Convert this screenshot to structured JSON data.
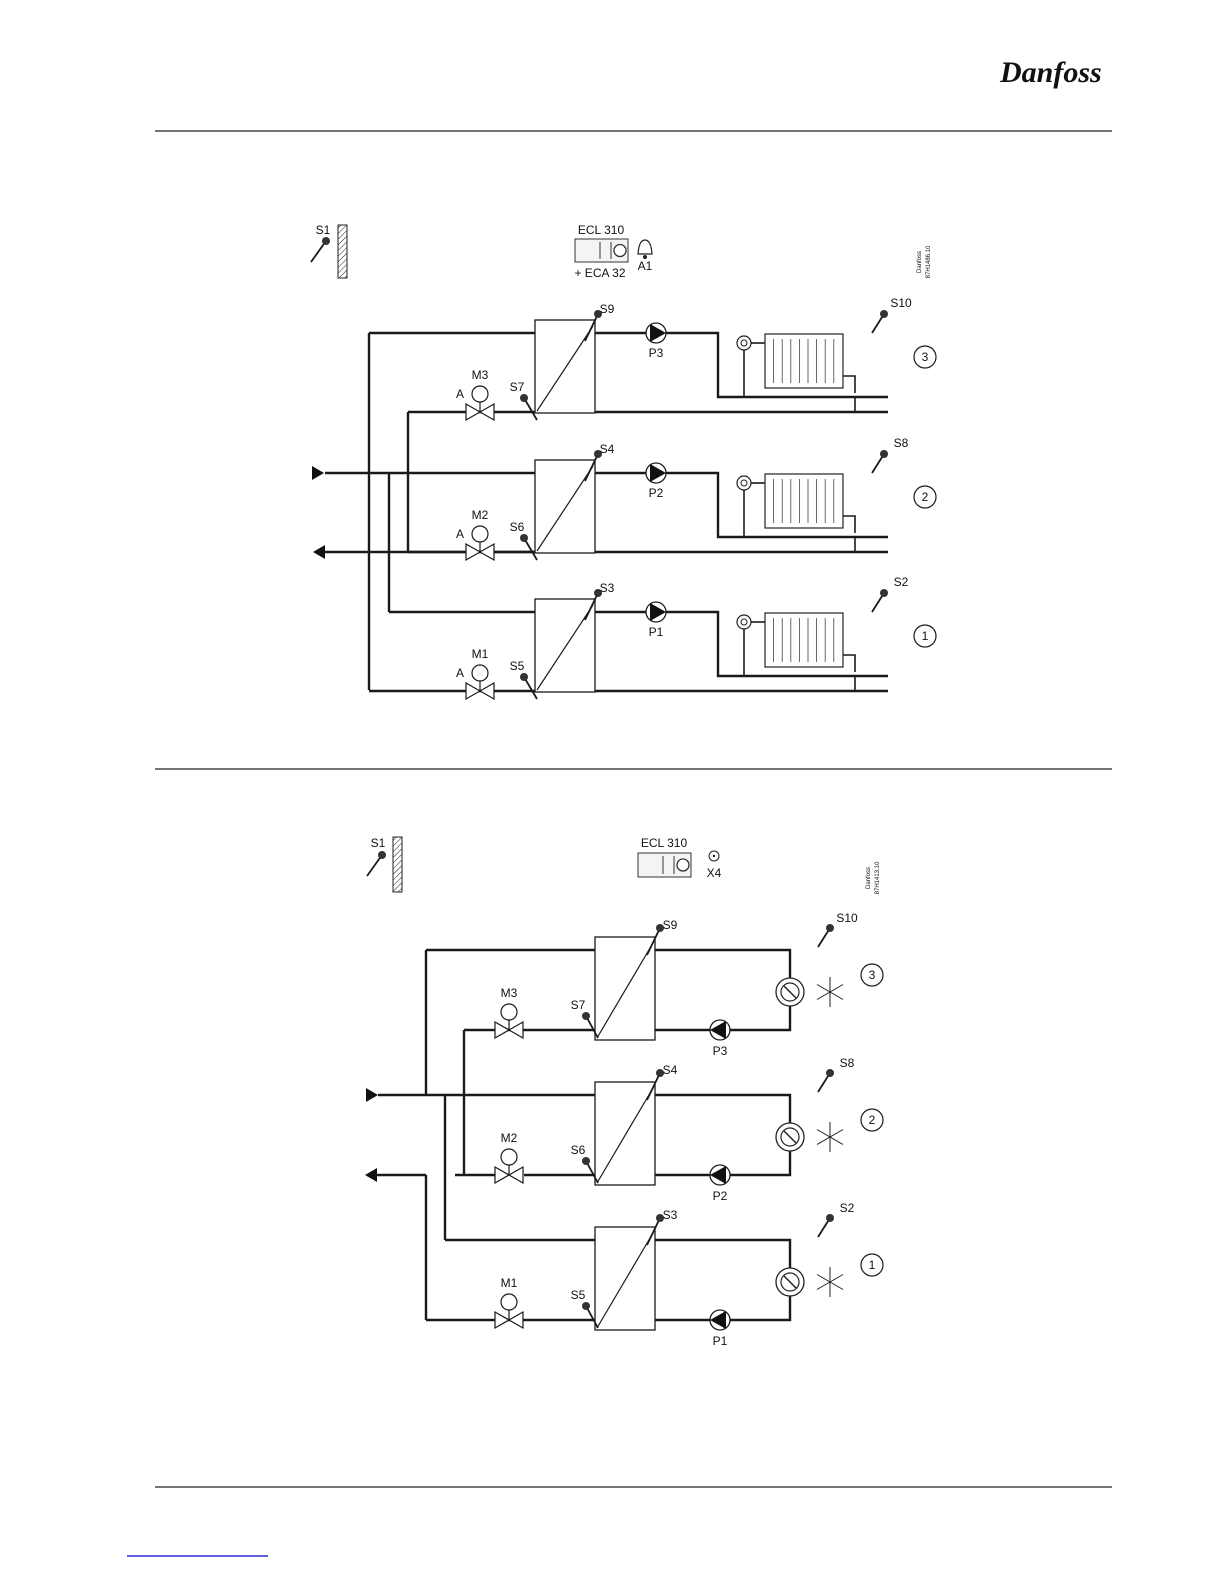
{
  "header": {
    "logo": "Danfoss"
  },
  "footer": {
    "link_color": "#0000cc"
  },
  "diagram_heating": {
    "outdoor_sensor": "S1",
    "controller": "ECL 310",
    "module": "+ ECA 32",
    "alarm": "A1",
    "code": [
      "Danfoss",
      "87H1486.10"
    ],
    "circuits": [
      {
        "number": "3",
        "flow_sensor": "S9",
        "return_sensor": "S7",
        "room_sensor": "S10",
        "pump": "P3",
        "valve": "M3",
        "actuator": "A"
      },
      {
        "number": "2",
        "flow_sensor": "S4",
        "return_sensor": "S6",
        "room_sensor": "S8",
        "pump": "P2",
        "valve": "M2",
        "actuator": "A"
      },
      {
        "number": "1",
        "flow_sensor": "S3",
        "return_sensor": "S5",
        "room_sensor": "S2",
        "pump": "P1",
        "valve": "M1",
        "actuator": "A"
      }
    ]
  },
  "diagram_cooling": {
    "outdoor_sensor": "S1",
    "controller": "ECL 310",
    "input": "X4",
    "code": [
      "Danfoss",
      "87H1413.10"
    ],
    "circuits": [
      {
        "number": "3",
        "flow_sensor": "S9",
        "return_sensor": "S7",
        "room_sensor": "S10",
        "pump": "P3",
        "valve": "M3"
      },
      {
        "number": "2",
        "flow_sensor": "S4",
        "return_sensor": "S6",
        "room_sensor": "S8",
        "pump": "P2",
        "valve": "M2"
      },
      {
        "number": "1",
        "flow_sensor": "S3",
        "return_sensor": "S5",
        "room_sensor": "S2",
        "pump": "P1",
        "valve": "M1"
      }
    ]
  }
}
